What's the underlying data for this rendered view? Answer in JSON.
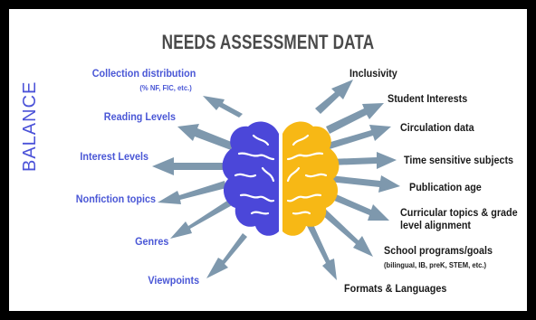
{
  "title": "NEEDS ASSESSMENT DATA",
  "side_label": "BALANCE",
  "colors": {
    "left_brain": "#4b47d9",
    "right_brain": "#f7b815",
    "arrows": "#7e98ad",
    "left_labels": "#4a57d6",
    "right_labels": "#1a1a1a",
    "title": "#4a4a4a"
  },
  "left_items": [
    {
      "label": "Collection distribution",
      "sub": "(% NF, FIC, etc.)"
    },
    {
      "label": "Reading Levels"
    },
    {
      "label": "Interest Levels"
    },
    {
      "label": "Nonfiction topics"
    },
    {
      "label": "Genres"
    },
    {
      "label": "Viewpoints"
    }
  ],
  "right_items": [
    {
      "label": "Inclusivity"
    },
    {
      "label": "Student Interests"
    },
    {
      "label": "Circulation data"
    },
    {
      "label": "Time sensitive subjects"
    },
    {
      "label": "Publication age"
    },
    {
      "label": "Curricular topics & grade",
      "label2": "level alignment"
    },
    {
      "label": "School programs/goals",
      "sub": "(bilingual, IB, preK, STEM, etc.)"
    },
    {
      "label": "Formats & Languages"
    }
  ],
  "icons": [
    "brain-icon"
  ]
}
